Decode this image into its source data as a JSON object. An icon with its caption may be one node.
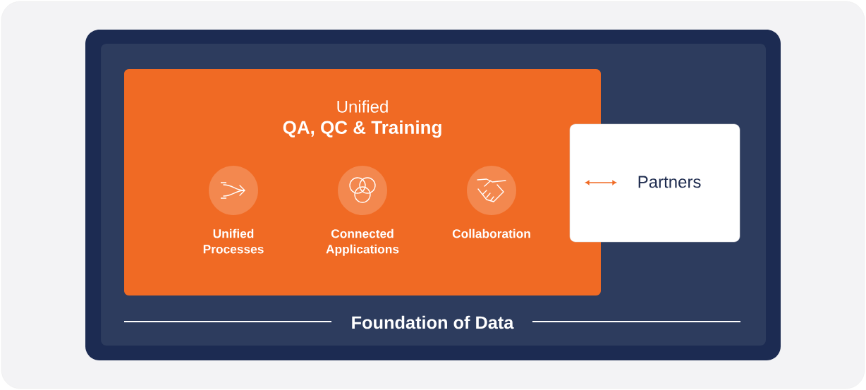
{
  "diagram": {
    "nodes": [
      {
        "text": [
          "Foundation of Data"
        ]
      },
      {
        "text": [
          "Unified",
          "QA, QC & Training"
        ],
        "in": 0
      },
      {
        "text": [
          "Unified Processes"
        ],
        "in": 1
      },
      {
        "text": [
          "Connected Applications"
        ],
        "in": 1
      },
      {
        "text": [
          "Collaboration"
        ],
        "in": 1
      },
      {
        "text": [
          "Partners"
        ],
        "in": 0
      }
    ]
  }
}
